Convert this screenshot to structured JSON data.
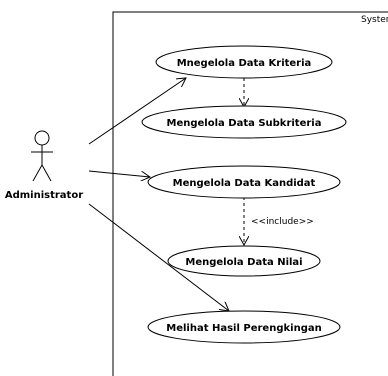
{
  "system": {
    "label": "Syster"
  },
  "actor": {
    "name": "Administrator"
  },
  "use_cases": {
    "kriteria": "Mnegelola Data Kriteria",
    "subkriteria": "Mengelola Data Subkriteria",
    "kandidat": "Mengelola Data Kandidat",
    "nilai": "Mengelola Data Nilai",
    "hasil": "Melihat Hasil Perengkingan"
  },
  "relations": {
    "include_label": "<<include>>"
  }
}
